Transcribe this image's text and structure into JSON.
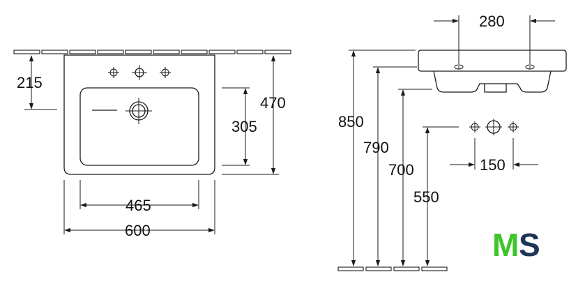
{
  "dimensions": {
    "d215": "215",
    "d470": "470",
    "d305": "305",
    "d465": "465",
    "d600": "600",
    "d280": "280",
    "d850": "850",
    "d790": "790",
    "d700": "700",
    "d550": "550",
    "d150": "150"
  },
  "logo": {
    "m": "M",
    "s": "S",
    "colors": {
      "m_green": "#3fc42a",
      "s_navy": "#1d3557"
    }
  },
  "icons": {
    "tap_hole_primary": "tap-hole-icon",
    "tap_hole_secondary": "tap-hole-crosshair-icon",
    "drain": "drain-icon"
  }
}
